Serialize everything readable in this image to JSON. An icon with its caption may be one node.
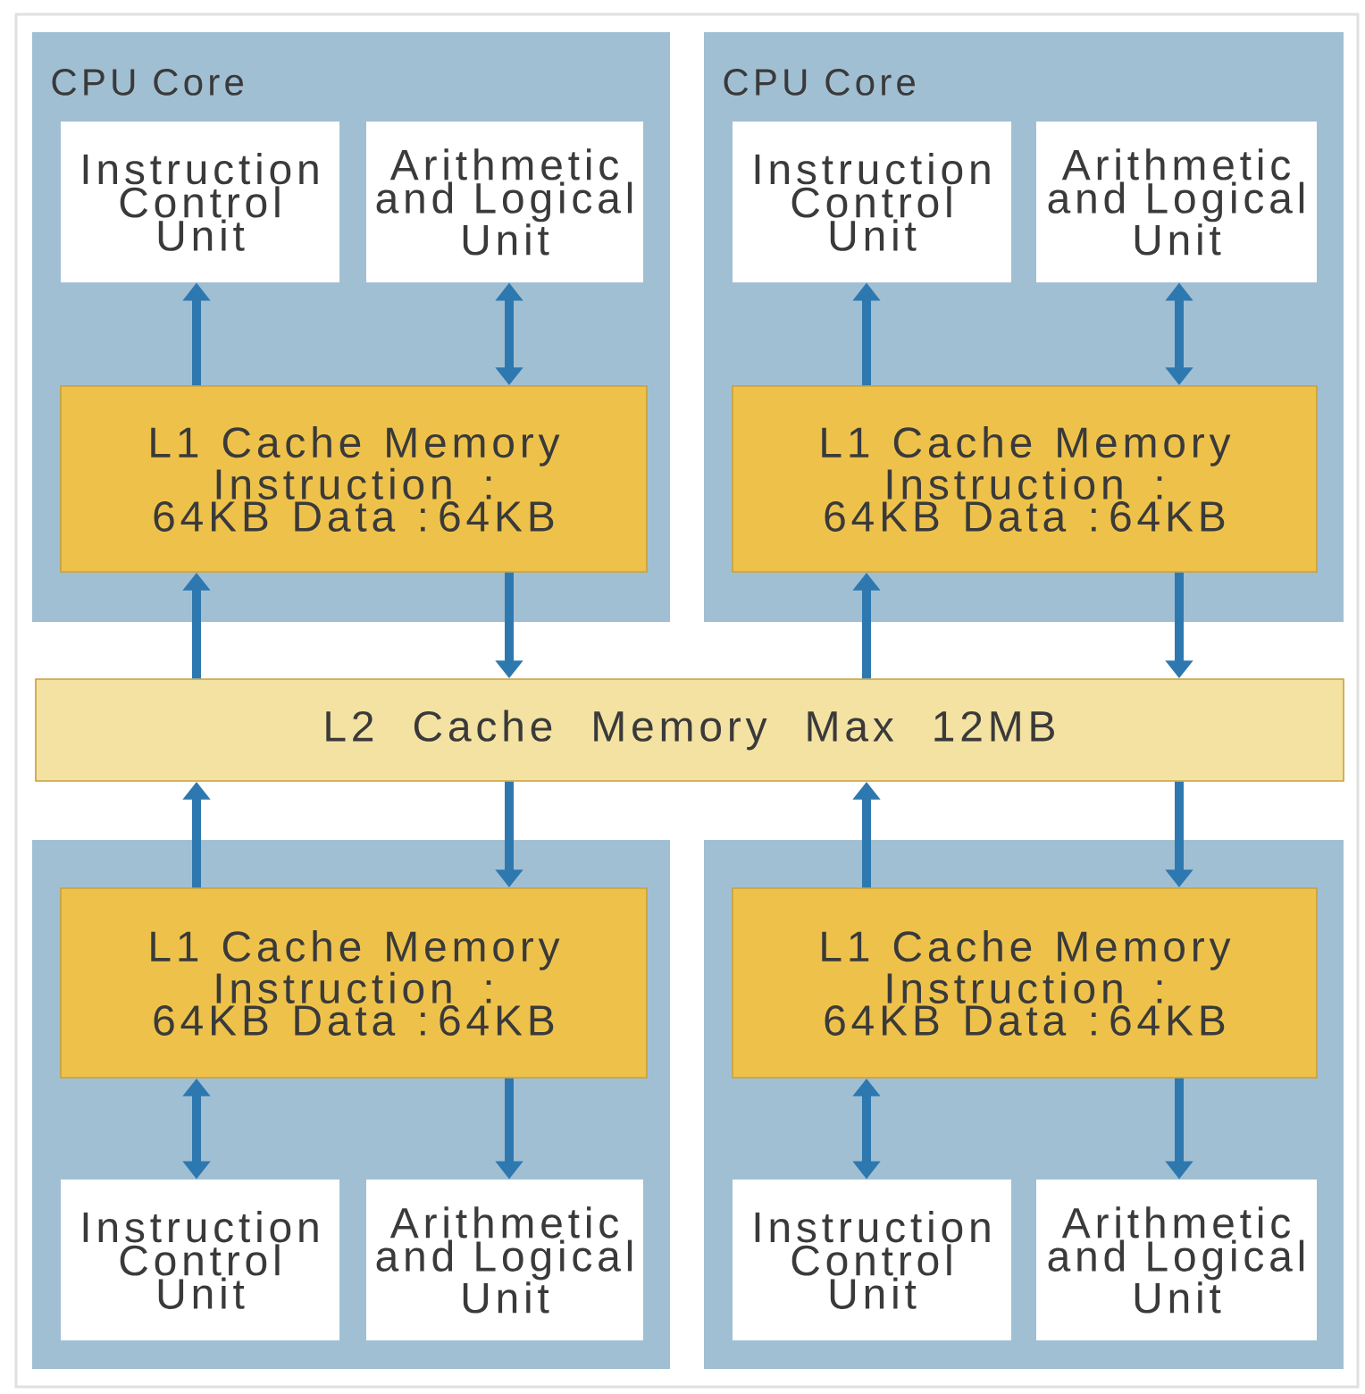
{
  "diagram": {
    "nodes": [
      {
        "text": [
          "CPU Core"
        ]
      },
      {
        "text": [
          "Instruction Control Unit"
        ],
        "in": 0
      },
      {
        "text": [
          "Arithmetic and Logical Unit"
        ],
        "in": 0
      },
      {
        "text": [
          "L1 Cache Memory Instruction : 64KB Data : 64KB"
        ],
        "in": 0
      },
      {
        "text": [
          "CPU Core"
        ]
      },
      {
        "text": [
          "Instruction Control Unit"
        ],
        "in": 4
      },
      {
        "text": [
          "Arithmetic and Logical Unit"
        ],
        "in": 4
      },
      {
        "text": [
          "L1 Cache Memory Instruction : 64KB Data : 64KB"
        ],
        "in": 4
      },
      {
        "text": [
          "L2 Cache Memory Max 12MB"
        ]
      },
      {
        "text": [],
        "shape": "box"
      },
      {
        "text": [
          "L1 Cache Memory Instruction : 64KB Data : 64KB"
        ],
        "in": 9
      },
      {
        "text": [
          "Instruction Control Unit"
        ],
        "in": 9
      },
      {
        "text": [
          "Arithmetic and Logical Unit"
        ],
        "in": 9
      },
      {
        "text": [],
        "shape": "box"
      },
      {
        "text": [
          "L1 Cache Memory Instruction : 64KB Data : 64KB"
        ],
        "in": 13
      },
      {
        "text": [
          "Instruction Control Unit"
        ],
        "in": 13
      },
      {
        "text": [
          "Arithmetic and Logical Unit"
        ],
        "in": 13
      }
    ],
    "edges": [
      {
        "from": 3,
        "to": 1,
        "arrow": "to"
      },
      {
        "from": 3,
        "to": 2,
        "arrow": "both"
      },
      {
        "from": 8,
        "to": 3,
        "arrow": "to"
      },
      {
        "from": 3,
        "to": 8,
        "arrow": "to"
      },
      {
        "from": 7,
        "to": 5,
        "arrow": "to"
      },
      {
        "from": 7,
        "to": 6,
        "arrow": "both"
      },
      {
        "from": 8,
        "to": 7,
        "arrow": "to"
      },
      {
        "from": 7,
        "to": 8,
        "arrow": "to"
      },
      {
        "from": 10,
        "to": 8,
        "arrow": "to"
      },
      {
        "from": 8,
        "to": 10,
        "arrow": "to"
      },
      {
        "from": 10,
        "to": 11,
        "arrow": "both"
      },
      {
        "from": 10,
        "to": 12,
        "arrow": "to"
      },
      {
        "from": 14,
        "to": 8,
        "arrow": "to"
      },
      {
        "from": 8,
        "to": 14,
        "arrow": "to"
      },
      {
        "from": 14,
        "to": 15,
        "arrow": "both"
      },
      {
        "from": 14,
        "to": 16,
        "arrow": "to"
      }
    ]
  }
}
